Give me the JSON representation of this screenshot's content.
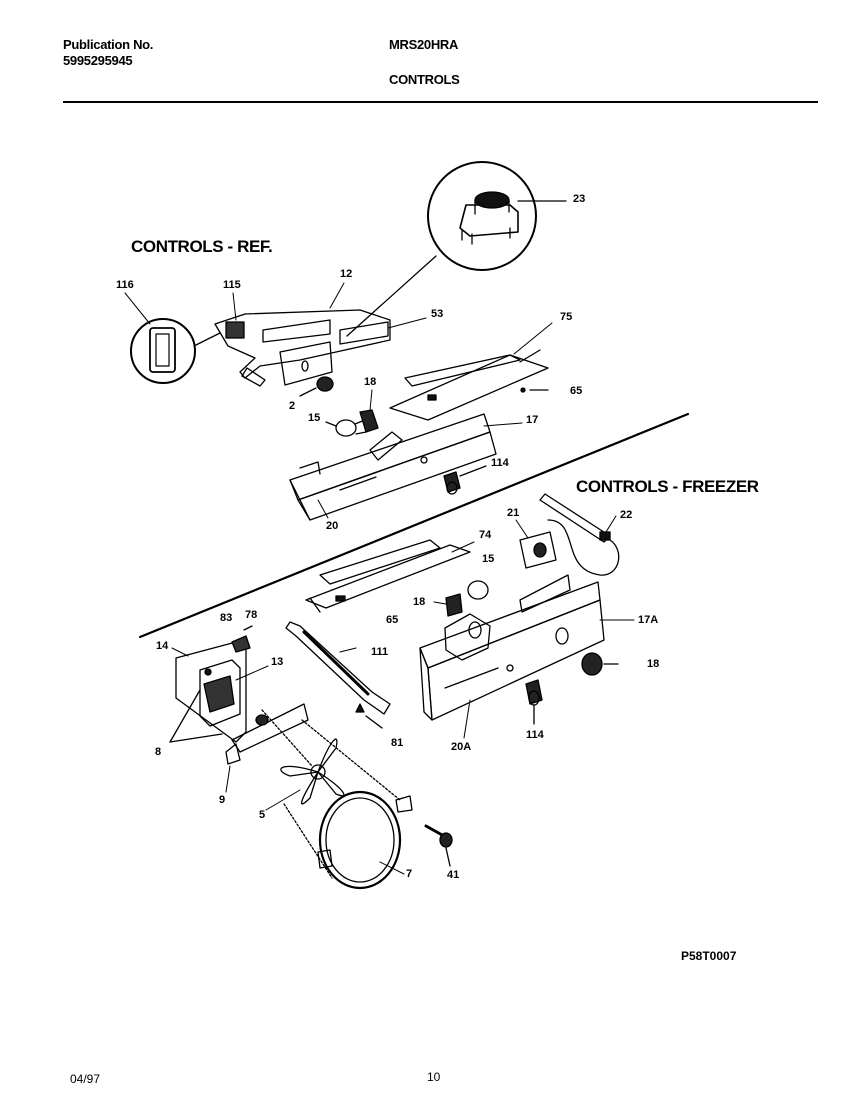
{
  "header": {
    "publication_label": "Publication No.",
    "publication_number": "5995295945",
    "model": "MRS20HRA",
    "section": "CONTROLS"
  },
  "sections": {
    "ref": "CONTROLS - REF.",
    "freezer": "CONTROLS - FREEZER"
  },
  "parts": {
    "p23": "23",
    "p12": "12",
    "p116": "116",
    "p115": "115",
    "p53": "53",
    "p75": "75",
    "p18a": "18",
    "p2": "2",
    "p65a": "65",
    "p15a": "15",
    "p17": "17",
    "p114a": "114",
    "p20": "20",
    "p21": "21",
    "p22": "22",
    "p74": "74",
    "p15b": "15",
    "p18b": "18",
    "p65b": "65",
    "p83": "83",
    "p78": "78",
    "p14": "14",
    "p13": "13",
    "p111": "111",
    "p17a": "17A",
    "p18c": "18",
    "p81": "81",
    "p8": "8",
    "p20a": "20A",
    "p114b": "114",
    "p9": "9",
    "p5": "5",
    "p41": "41",
    "p7": "7"
  },
  "footer": {
    "drawing_code": "P58T0007",
    "date": "04/97",
    "page": "10"
  }
}
